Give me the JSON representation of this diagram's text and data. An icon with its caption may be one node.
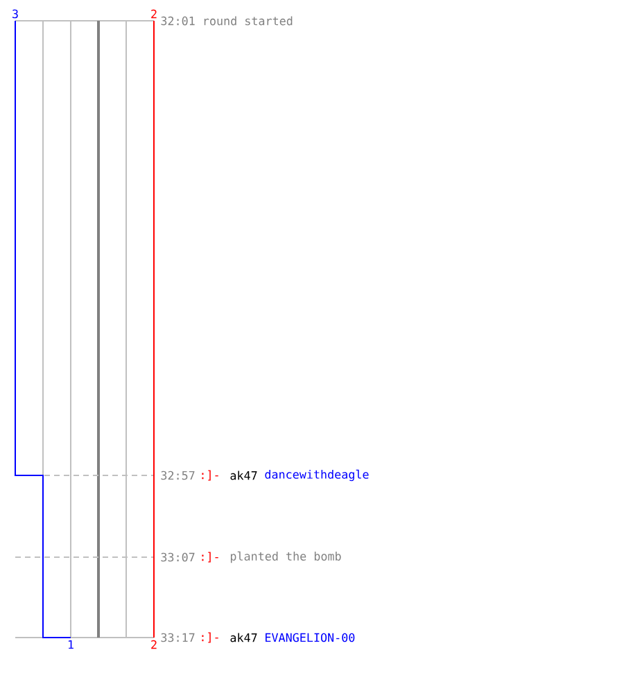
{
  "diagram": {
    "labels": [
      "3",
      "2",
      "32:01 round started",
      "32:57",
      ":]-",
      "ak47",
      "dancewithdeagle",
      "33:07",
      ":]-",
      "planted the bomb",
      "33:17",
      ":]-",
      "ak47",
      "EVANGELION-00",
      "1",
      "2"
    ]
  }
}
